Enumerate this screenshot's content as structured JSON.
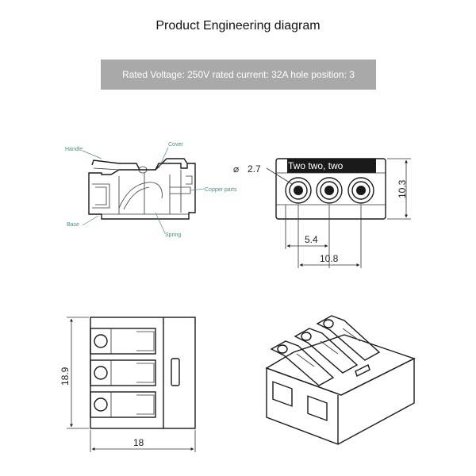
{
  "header": {
    "title": "Product Engineering diagram",
    "specs": "Rated Voltage: 250V rated current: 32A hole position: 3"
  },
  "side_view": {
    "labels": {
      "handle": "Handle",
      "cover": "Cover",
      "copper": "Copper parts",
      "base": "Base",
      "spring": "Spring"
    }
  },
  "front_view": {
    "hole_diameter": "2.7",
    "overlay_text": "Two two, two",
    "height": "10.3",
    "pitch": "5.4",
    "span": "10.8"
  },
  "top_view": {
    "height": "18.9",
    "width": "18"
  },
  "colors": {
    "callout": "#4a8f7e",
    "banner": "#a9a9a9",
    "ink": "#1a1a1a"
  }
}
